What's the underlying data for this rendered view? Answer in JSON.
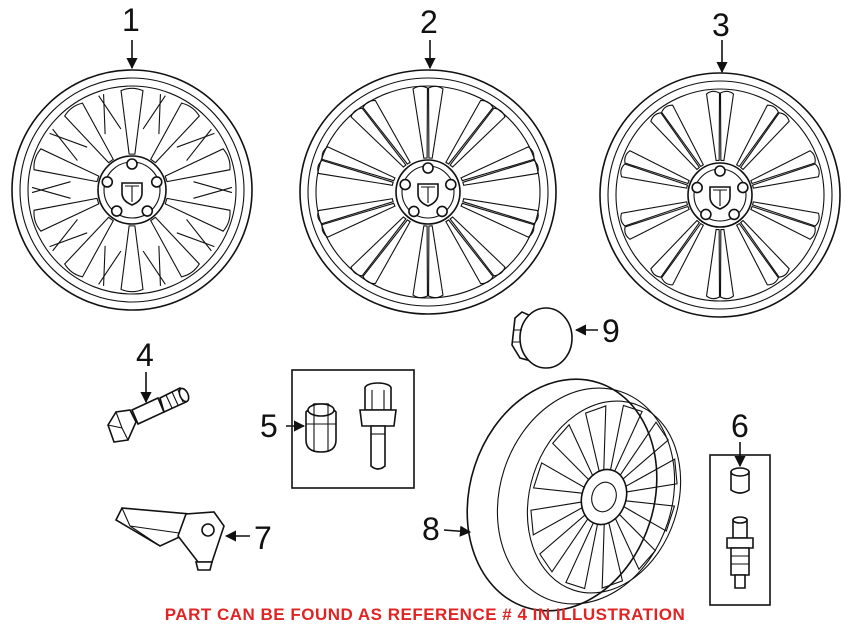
{
  "callouts": {
    "c1": "1",
    "c2": "2",
    "c3": "3",
    "c4": "4",
    "c5": "5",
    "c6": "6",
    "c7": "7",
    "c8": "8",
    "c9": "9"
  },
  "note": "PART CAN BE FOUND AS REFERENCE # 4 IN ILLUSTRATION",
  "colors": {
    "line": "#111111",
    "note": "#e02424",
    "background": "#ffffff"
  }
}
